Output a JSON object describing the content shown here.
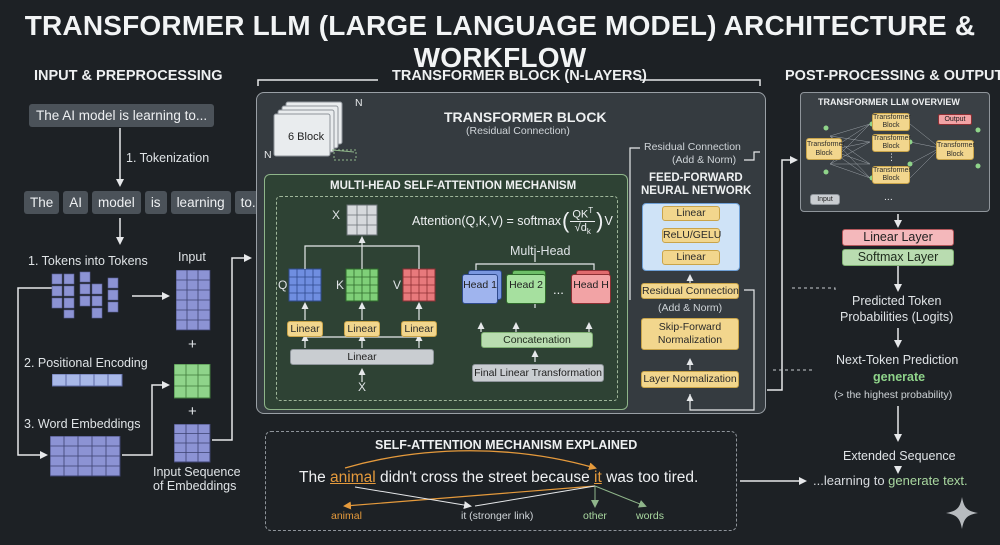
{
  "title": "TRANSFORMER LLM (LARGE LANGUAGE MODEL) ARCHITECTURE & WORKFLOW",
  "colors": {
    "background": "#1d2125",
    "token_blue": "#8c93d4",
    "green": "#8fd48a",
    "orange": "#e59a3c",
    "yellow": "#f2d68d",
    "red": "#e8797c"
  },
  "input": {
    "section_title": "INPUT & PREPROCESSING",
    "prompt": "The AI model is learning to...",
    "step_tokenization": "1. Tokenization",
    "tokens": [
      "The",
      "AI",
      "model",
      "is",
      "learning",
      "to..."
    ],
    "step_tokens_into_tokens": "1. Tokens into Tokens",
    "input_label": "Input",
    "step_positional_encoding": "2. Positional Encoding",
    "step_word_embeddings": "3. Word Embeddings",
    "plus": "+",
    "input_sequence_line1": "Input Sequence",
    "input_sequence_line2": "of Embeddings"
  },
  "transformer": {
    "section_title": "TRANSFORMER BLOCK (N-LAYERS)",
    "block_title": "TRANSFORMER BLOCK",
    "block_subtitle": "(Residual Connection)",
    "stack_label": "6 Block",
    "n_label": "N",
    "mhsa_title": "MULTI-HEAD SELF-ATTENTION MECHANISM",
    "x_label": "X",
    "q_label": "Q",
    "k_label": "K",
    "v_label": "V",
    "linear": "Linear",
    "attention_formula_prefix": "Attention(Q,K,V) = softmax",
    "formula_num": "QK",
    "formula_sup": "T",
    "formula_den": "d",
    "formula_den_sub": "k",
    "formula_v": "V",
    "multi_head": "Multi-Head",
    "heads": [
      "Head 1",
      "Head 2",
      "...",
      "Head H"
    ],
    "concatenation": "Concatenation",
    "final_linear": "Final Linear Transformation",
    "residual_top_line1": "Residual Connection",
    "residual_top_line2": "(Add & Norm)",
    "ffn_title_line1": "FEED-FORWARD",
    "ffn_title_line2": "NEURAL NETWORK",
    "ffn_layers": [
      "Linear",
      "ReLU/GELU",
      "Linear"
    ],
    "residual_connection": "Residual Connection",
    "add_norm": "(Add & Norm)",
    "skip_forward_line1": "Skip-Forward",
    "skip_forward_line2": "Normalization",
    "layer_normalization": "Layer Normalization"
  },
  "output": {
    "section_title": "POST-PROCESSING & OUTPUT",
    "overview_title": "TRANSFORMER LLM OVERVIEW",
    "overview_block": "Transformer Block",
    "overview_input": "Input",
    "overview_output": "Output",
    "overview_dots": "...",
    "linear_layer": "Linear Layer",
    "softmax_layer": "Softmax Layer",
    "predicted_line1": "Predicted Token",
    "predicted_line2": "Probabilities (Logits)",
    "next_token": "Next-Token Prediction",
    "generate": "generate",
    "highest_prob": "(> the highest probability)",
    "extended_sequence": "Extended Sequence",
    "final_text_prefix": "...learning to ",
    "final_text_highlight": "generate text."
  },
  "explained": {
    "title": "SELF-ATTENTION MECHANISM EXPLAINED",
    "sentence_pre": "The ",
    "sentence_animal": "animal",
    "sentence_mid": " didn't cross the street because ",
    "sentence_it": "it",
    "sentence_post": " was too tired.",
    "labels": [
      "animal",
      "it (stronger link)",
      "other",
      "words"
    ]
  }
}
